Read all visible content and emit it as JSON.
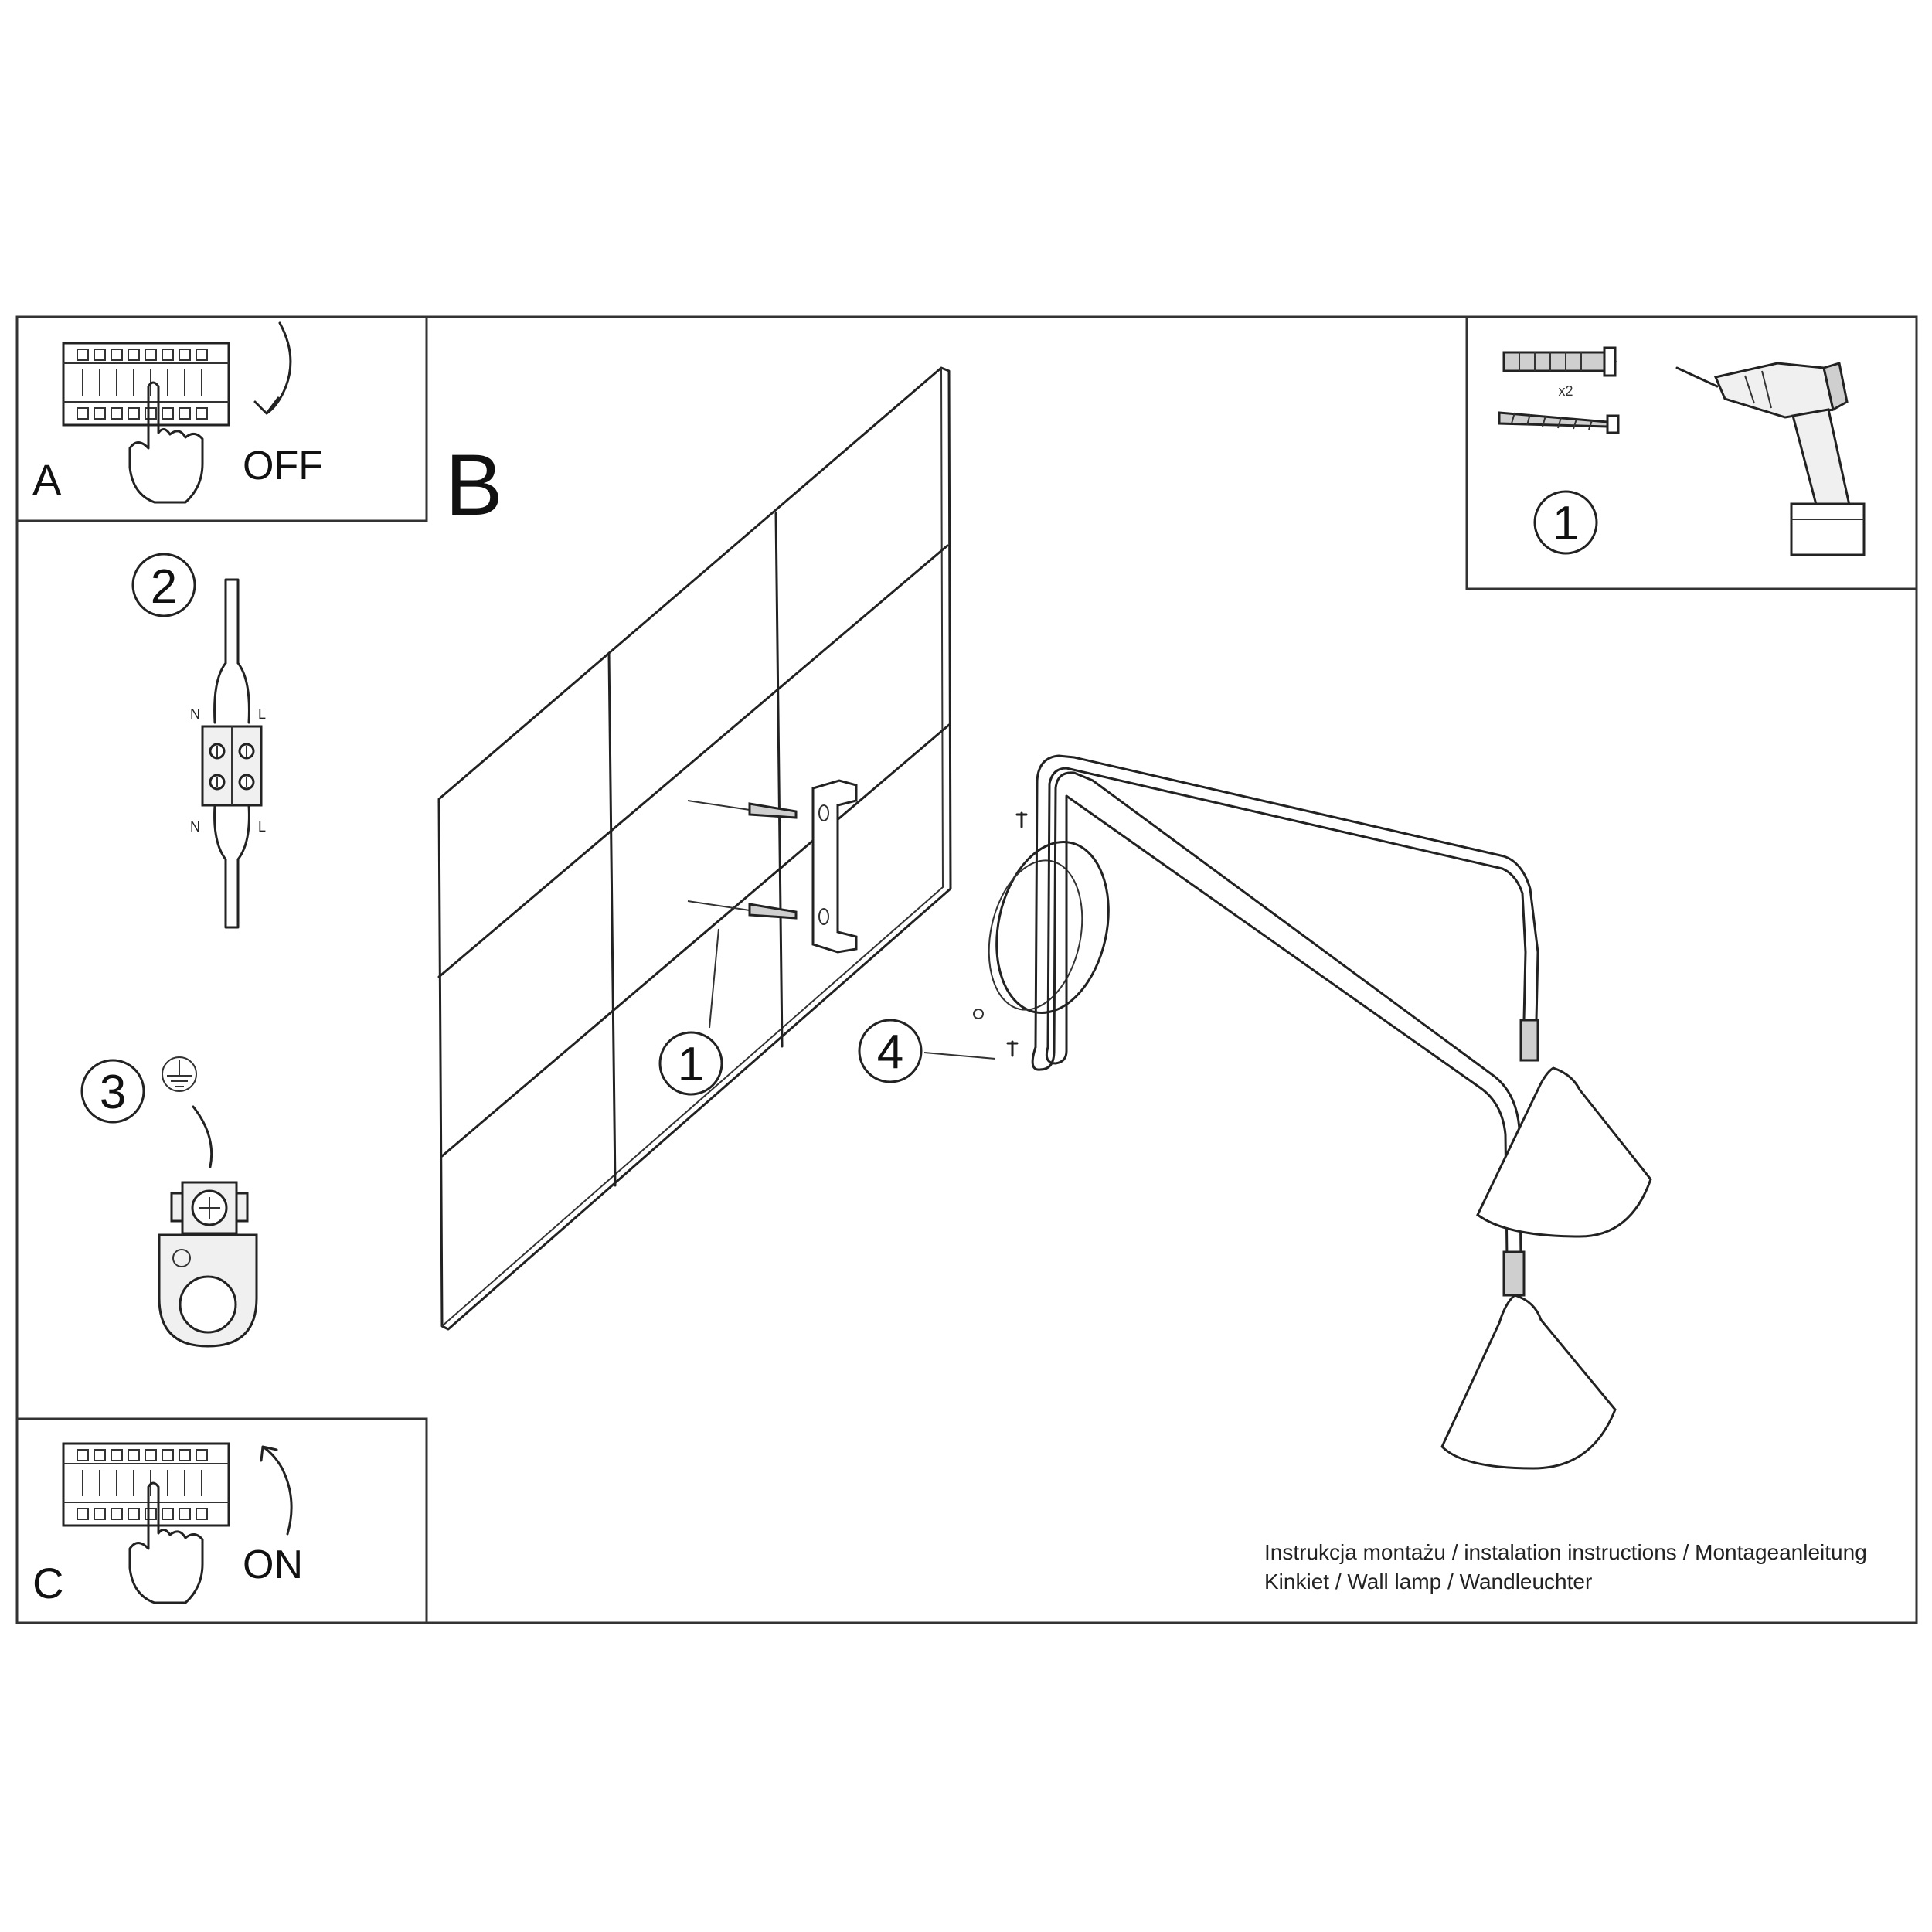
{
  "panels": {
    "a": {
      "letter": "A",
      "action": "OFF"
    },
    "b": {
      "letter": "B"
    },
    "c": {
      "letter": "C",
      "action": "ON"
    }
  },
  "steps": {
    "step1_kit": "1",
    "step1_wall": "1",
    "step2": "2",
    "step3": "3",
    "step4": "4"
  },
  "kit": {
    "quantity": "x2"
  },
  "wiring": {
    "n_top": "N",
    "l_top": "L",
    "n_bottom": "N",
    "l_bottom": "L"
  },
  "caption": {
    "line1": "Instrukcja montażu / instalation instructions / Montageanleitung",
    "line2": "Kinkiet / Wall lamp / Wandleuchter"
  },
  "icons": {
    "breaker_off": "circuit-breaker-icon",
    "breaker_on": "circuit-breaker-icon",
    "hand": "pointing-hand-icon",
    "drill": "drill-icon",
    "ground": "ground-symbol-icon"
  }
}
